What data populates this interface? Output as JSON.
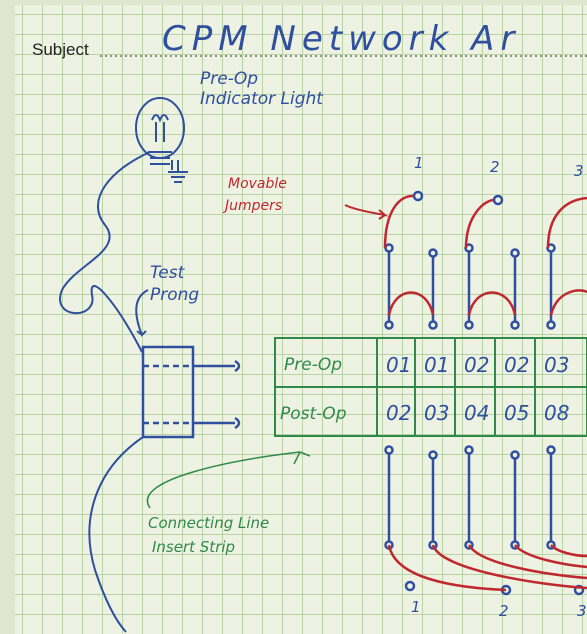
{
  "header": {
    "subject_label": "Subject",
    "subject_text": "CPM Network Ar"
  },
  "labels": {
    "indicator": [
      "Pre-Op",
      "Indicator Light"
    ],
    "test_prong": [
      "Test",
      "Prong"
    ],
    "jumpers": [
      "Movable",
      "Jumpers"
    ],
    "insert_strip": [
      "Connecting Line",
      "Insert Strip"
    ]
  },
  "strip": {
    "row1_label": "Pre-Op",
    "row2_label": "Post-Op",
    "row1_values": [
      "01",
      "01",
      "02",
      "02",
      "03"
    ],
    "row2_values": [
      "02",
      "03",
      "04",
      "05",
      "08"
    ]
  },
  "top_numbers": [
    "1",
    "2",
    "3"
  ],
  "bottom_numbers": [
    "1",
    "2",
    "3"
  ],
  "colors": {
    "blue_ink": "#2f4f9f",
    "red_ink": "#c0282f",
    "green_ink": "#2f8a4a",
    "grid": "#b9d2a6",
    "paper": "#eef2e2"
  }
}
